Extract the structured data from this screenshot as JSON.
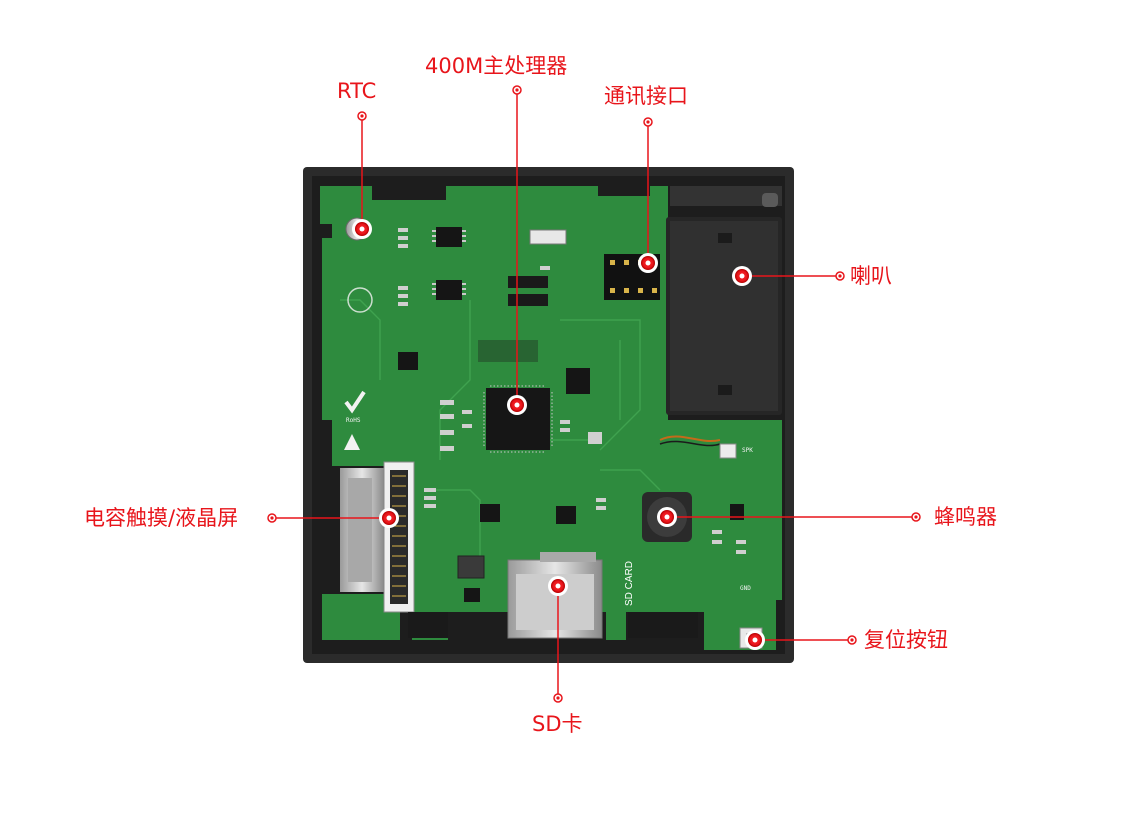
{
  "colors": {
    "callout": "#e8151b",
    "pcb_green": "#2e8b3e",
    "enclosure": "#2b2b2b"
  },
  "labels": {
    "rtc": "RTC",
    "processor": "400M主处理器",
    "comm_port": "通讯接口",
    "speaker": "喇叭",
    "touch_lcd": "电容触摸/液晶屏",
    "buzzer": "蜂鸣器",
    "reset_button": "复位按钮",
    "sd_card": "SD卡"
  },
  "board_text": {
    "sd_card": "SD CARD",
    "rohs": "RoHS",
    "spk": "SPK",
    "gnd": "GND"
  }
}
